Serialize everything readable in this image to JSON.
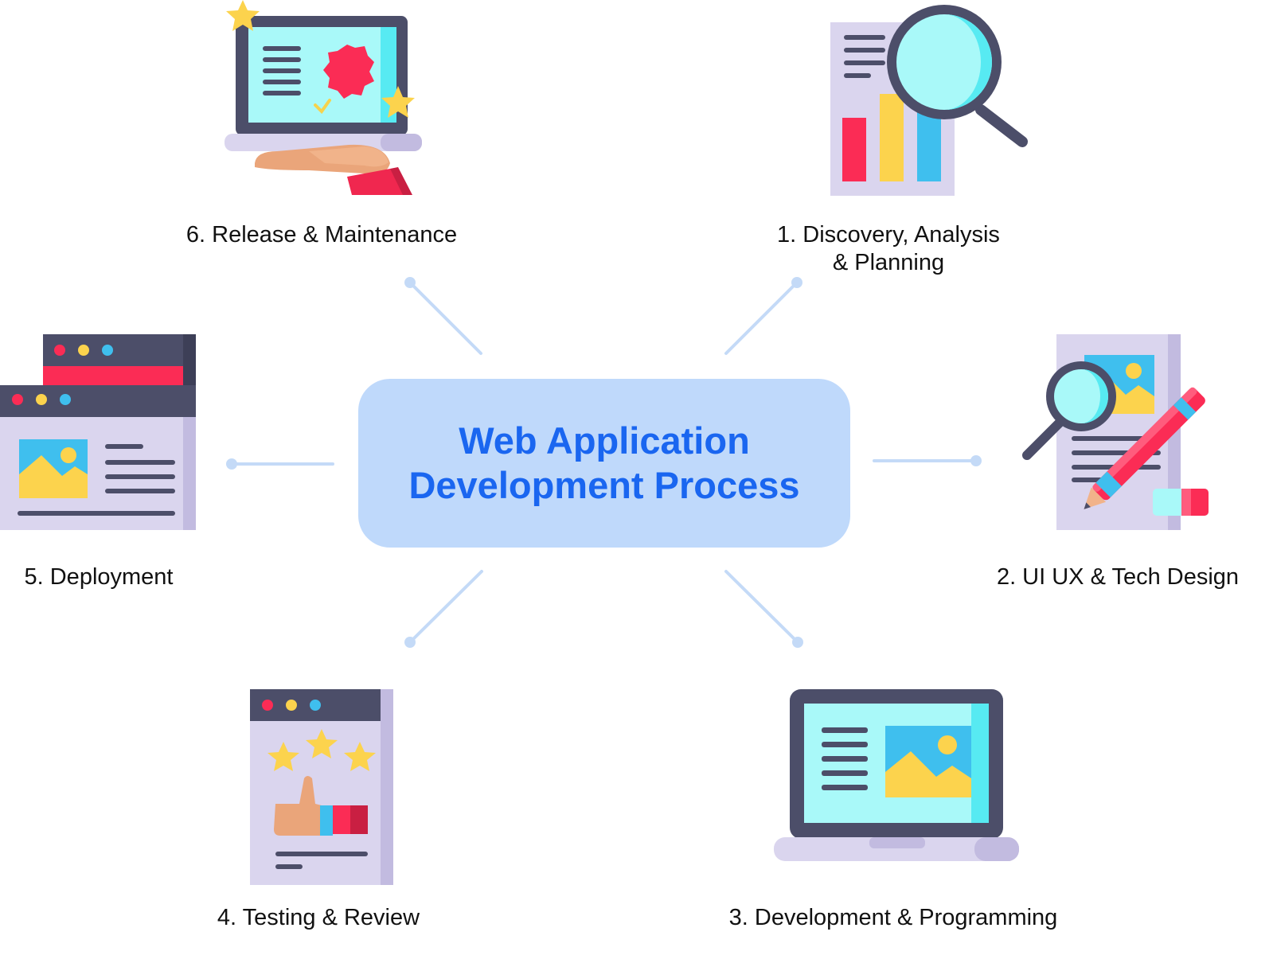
{
  "title": {
    "line1": "Web Application",
    "line2": "Development Process"
  },
  "steps": [
    {
      "id": 1,
      "lines": [
        "1. Discovery, Analysis",
        "& Planning"
      ],
      "icon": "magnifier-chart-icon"
    },
    {
      "id": 2,
      "lines": [
        "2. UI UX & Tech Design"
      ],
      "icon": "design-document-pencil-icon"
    },
    {
      "id": 3,
      "lines": [
        "3. Development & Programming"
      ],
      "icon": "laptop-icon"
    },
    {
      "id": 4,
      "lines": [
        "4. Testing & Review"
      ],
      "icon": "review-thumbs-up-icon"
    },
    {
      "id": 5,
      "lines": [
        "5. Deployment"
      ],
      "icon": "browser-windows-icon"
    },
    {
      "id": 6,
      "lines": [
        "6. Release & Maintenance"
      ],
      "icon": "laptop-hand-badge-icon"
    }
  ],
  "colors": {
    "title": "#1a66f0",
    "center_box": "#bfd9fb",
    "connector": "#c4daf7",
    "label_text": "#111111"
  }
}
